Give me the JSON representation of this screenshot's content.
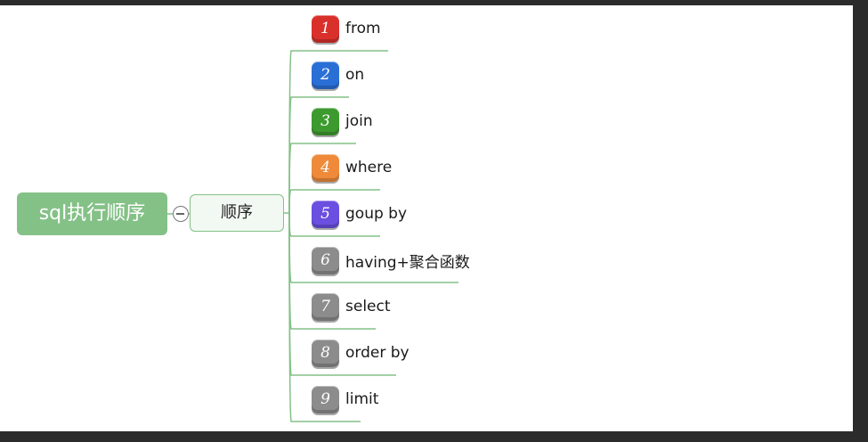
{
  "root": {
    "label": "sql执行顺序"
  },
  "branch": {
    "label": "顺序"
  },
  "leaves": [
    {
      "num": "1",
      "label": "from",
      "color": "#d9302b"
    },
    {
      "num": "2",
      "label": "on",
      "color": "#2a6fd6"
    },
    {
      "num": "3",
      "label": "join",
      "color": "#3c9a2e"
    },
    {
      "num": "4",
      "label": "where",
      "color": "#ee8a3a"
    },
    {
      "num": "5",
      "label": "goup by",
      "color": "#6a4fe0"
    },
    {
      "num": "6",
      "label": "having+聚合函数",
      "color": "#8c8c8c"
    },
    {
      "num": "7",
      "label": "select",
      "color": "#8c8c8c"
    },
    {
      "num": "8",
      "label": "order by",
      "color": "#8c8c8c"
    },
    {
      "num": "9",
      "label": "limit",
      "color": "#8c8c8c"
    }
  ],
  "colors": {
    "connector": "#84c187"
  }
}
